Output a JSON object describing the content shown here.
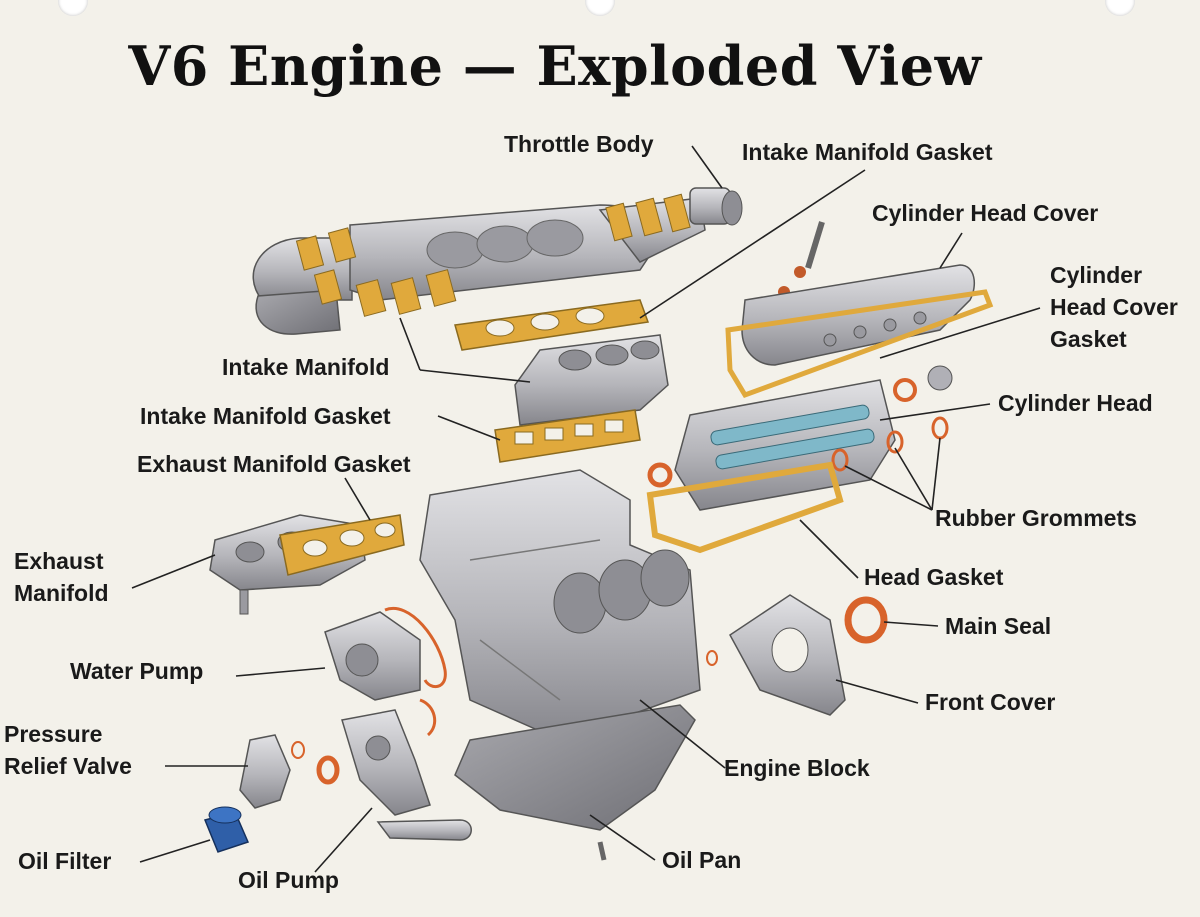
{
  "title": "V6  Engine — Exploded View",
  "labels": {
    "throttle_body": "Throttle Body",
    "intake_manifold_gasket_upper": "Intake Manifold Gasket",
    "cylinder_head_cover": "Cylinder Head Cover",
    "cylinder_head_cover_gasket_1": "Cylinder",
    "cylinder_head_cover_gasket_2": "Head Cover",
    "cylinder_head_cover_gasket_3": "Gasket",
    "intake_manifold": "Intake Manifold",
    "cylinder_head": "Cylinder Head",
    "intake_manifold_gasket_lower": "Intake Manifold Gasket",
    "exhaust_manifold_gasket": "Exhaust Manifold Gasket",
    "rubber_grommets": "Rubber Grommets",
    "exhaust_manifold_1": "Exhaust",
    "exhaust_manifold_2": "Manifold",
    "head_gasket": "Head Gasket",
    "main_seal": "Main Seal",
    "water_pump": "Water Pump",
    "front_cover": "Front Cover",
    "pressure_relief_valve_1": "Pressure",
    "pressure_relief_valve_2": "Relief Valve",
    "engine_block": "Engine Block",
    "oil_filter": "Oil Filter",
    "oil_pan": "Oil Pan",
    "oil_pump": "Oil Pump"
  },
  "colors": {
    "background": "#f3f1ea",
    "metal": "#b9b9bd",
    "metal_dark": "#7c7c82",
    "gasket": "#e0a93c",
    "seal": "#d8632b",
    "camshaft": "#7fb8c9",
    "filter": "#2f5fa8"
  }
}
